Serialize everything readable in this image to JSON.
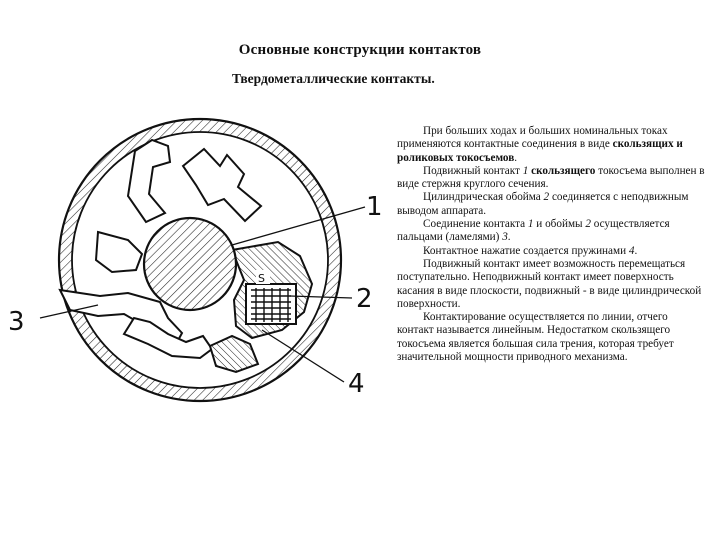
{
  "slide": {
    "title": "Основные конструкции контактов",
    "subtitle": "Твердометаллические контакты."
  },
  "figure": {
    "callouts": {
      "c1": "1",
      "c2": "2",
      "c3": "3",
      "c4": "4"
    },
    "spring_label": "S"
  },
  "text": {
    "p1": {
      "a": "При больших ходах и больших номинальных токах применяются контактные соединения в виде ",
      "b": "скользящих и роликовых токосъемов",
      "c": "."
    },
    "p2": {
      "a": "Подвижный контакт ",
      "num": "1",
      "b": "скользящего",
      "c": " токосъема выполнен в виде стержня круглого сечения."
    },
    "p3": {
      "a": "Цилиндрическая обойма ",
      "num": "2",
      "c": " соединяется с неподвижным выводом аппарата."
    },
    "p4": {
      "a": "Соединение контакта ",
      "num1": "1",
      "b": " и обоймы ",
      "num2": "2",
      "c": " осуществляется пальцами (ламелями) ",
      "num3": "3",
      "d": "."
    },
    "p5": {
      "a": "Контактное нажатие создается пружинами ",
      "num": "4",
      "c": "."
    },
    "p6": "Подвижный контакт имеет возможность перемещаться поступательно. Неподвижный контакт имеет поверхность касания в виде плоскости, подвижный - в виде цилиндрической поверхности.",
    "p7": "Контактирование осуществляется по линии, отчего контакт называется линейным. Недостатком скользящего токосъема является большая сила трения, которая требует значительной мощности приводного механизма."
  }
}
